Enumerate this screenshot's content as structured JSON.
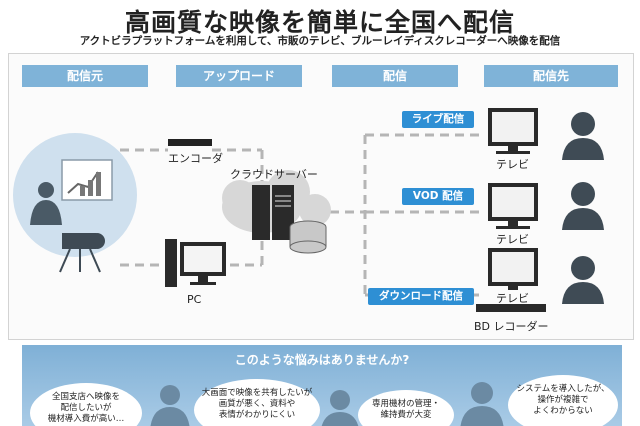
{
  "header": {
    "title": "高画質な映像を簡単に全国へ配信",
    "subtitle": "アクトビラプラットフォームを利用して、市販のテレビ、ブルーレイディスクレコーダーへ映像を配信"
  },
  "columns": [
    "配信元",
    "アップロード",
    "配信",
    "配信先"
  ],
  "labels": {
    "encoder": "エンコーダ",
    "cloud_server": "クラウドサーバー",
    "pc": "PC",
    "tv1": "テレビ",
    "tv2": "テレビ",
    "tv3": "テレビ",
    "bd_recorder": "BD レコーダー"
  },
  "delivery_tags": {
    "live": "ライブ配信",
    "vod": "VOD 配信",
    "download": "ダウンロード配信"
  },
  "concerns": {
    "title": "このような悩みはありませんか?",
    "bubble1": [
      "全国支店へ映像を",
      "配信したいが",
      "機材導入費が高い…"
    ],
    "bubble2": [
      "大画面で映像を共有したいが",
      "画質が悪く、資料や",
      "表情がわかりにくい"
    ],
    "bubble3": [
      "専用機材の管理・",
      "維持費が大変"
    ],
    "bubble4": [
      "システムを導入したが、",
      "操作が複雑で",
      "よくわからない"
    ]
  },
  "colors": {
    "column_header": "#7fb3d8",
    "tag": "#2e8fd4",
    "panel": "#7fb0d6",
    "device": "#222222"
  }
}
